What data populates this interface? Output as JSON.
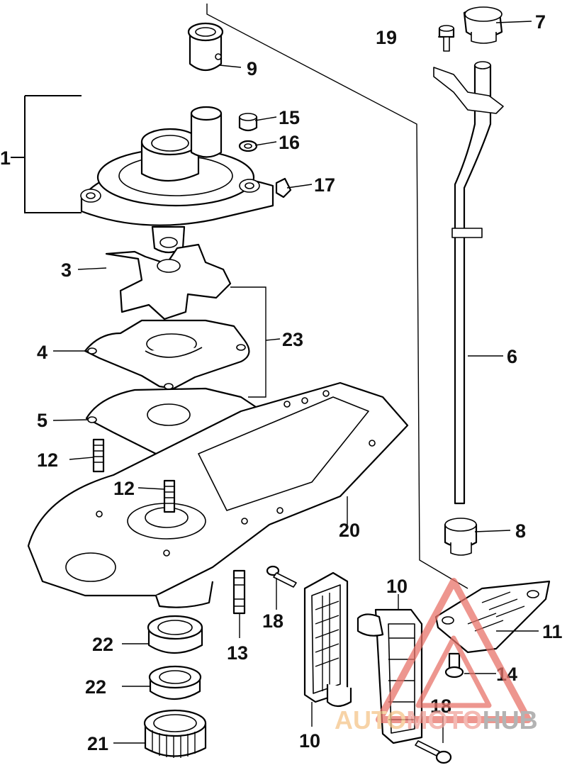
{
  "callouts": {
    "c1": "1",
    "c3": "3",
    "c4": "4",
    "c5": "5",
    "c6": "6",
    "c7": "7",
    "c8": "8",
    "c9": "9",
    "c10a": "10",
    "c10b": "10",
    "c11": "11",
    "c12a": "12",
    "c12b": "12",
    "c13": "13",
    "c14": "14",
    "c15": "15",
    "c16": "16",
    "c17": "17",
    "c18a": "18",
    "c18b": "18",
    "c19": "19",
    "c20": "20",
    "c21": "21",
    "c22a": "22",
    "c22b": "22",
    "c23": "23"
  },
  "watermark": {
    "part1": "AUTO",
    "part2": "MOTO",
    "part3": "HUB",
    "color_primary": "#f0a29a",
    "color_secondary": "#f5c58a",
    "color_tertiary": "#9a9a9a"
  }
}
